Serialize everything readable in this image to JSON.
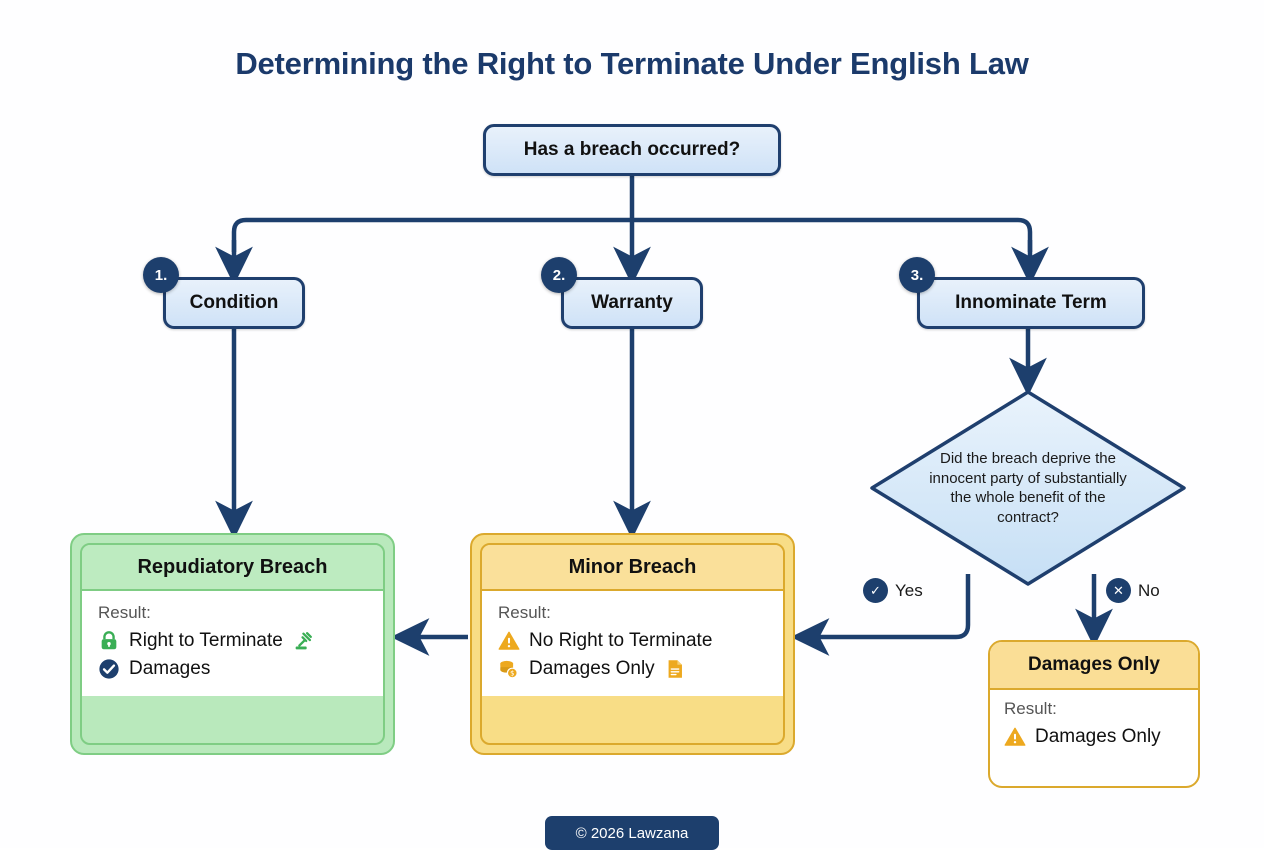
{
  "title": "Determining the Right to Terminate Under English Law",
  "root": {
    "label": "Has a breach occurred?"
  },
  "branches": [
    {
      "badge": "1.",
      "label": "Condition"
    },
    {
      "badge": "2.",
      "label": "Warranty"
    },
    {
      "badge": "3.",
      "label": "Innominate Term"
    }
  ],
  "decision": {
    "question": "Did the breach deprive the innocent party of substantially the whole benefit of the contract?",
    "yes_label": "Yes",
    "no_label": "No",
    "yes_icon": "check-circle-icon",
    "no_icon": "x-circle-icon"
  },
  "outcomes": {
    "repudiatory": {
      "heading": "Repudiatory Breach",
      "result_label": "Result:",
      "items": [
        {
          "icon": "lock-icon",
          "text": "Right to Terminate",
          "trailing_icon": "gavel-icon"
        },
        {
          "icon": "check-circle-icon",
          "text": "Damages",
          "trailing_icon": ""
        }
      ]
    },
    "minor": {
      "heading": "Minor Breach",
      "result_label": "Result:",
      "items": [
        {
          "icon": "warning-triangle-icon",
          "text": "No Right to Terminate",
          "trailing_icon": ""
        },
        {
          "icon": "coins-icon",
          "text": "Damages Only",
          "trailing_icon": "document-icon"
        }
      ]
    },
    "damages_only": {
      "heading": "Damages Only",
      "result_label": "Result:",
      "items": [
        {
          "icon": "warning-triangle-icon",
          "text": "Damages Only",
          "trailing_icon": ""
        }
      ]
    }
  },
  "footer": {
    "text": "© 2026 Lawzana"
  },
  "colors": {
    "navy": "#1d3f6d",
    "title": "#1b3a6b",
    "node_fill": "#d8e8f8",
    "green_border": "#7fcd84",
    "green_fill": "#b9e9bc",
    "amber_border": "#dba92d",
    "amber_fill": "#f8dd86",
    "diamond_fill": "#cfe4f7"
  }
}
